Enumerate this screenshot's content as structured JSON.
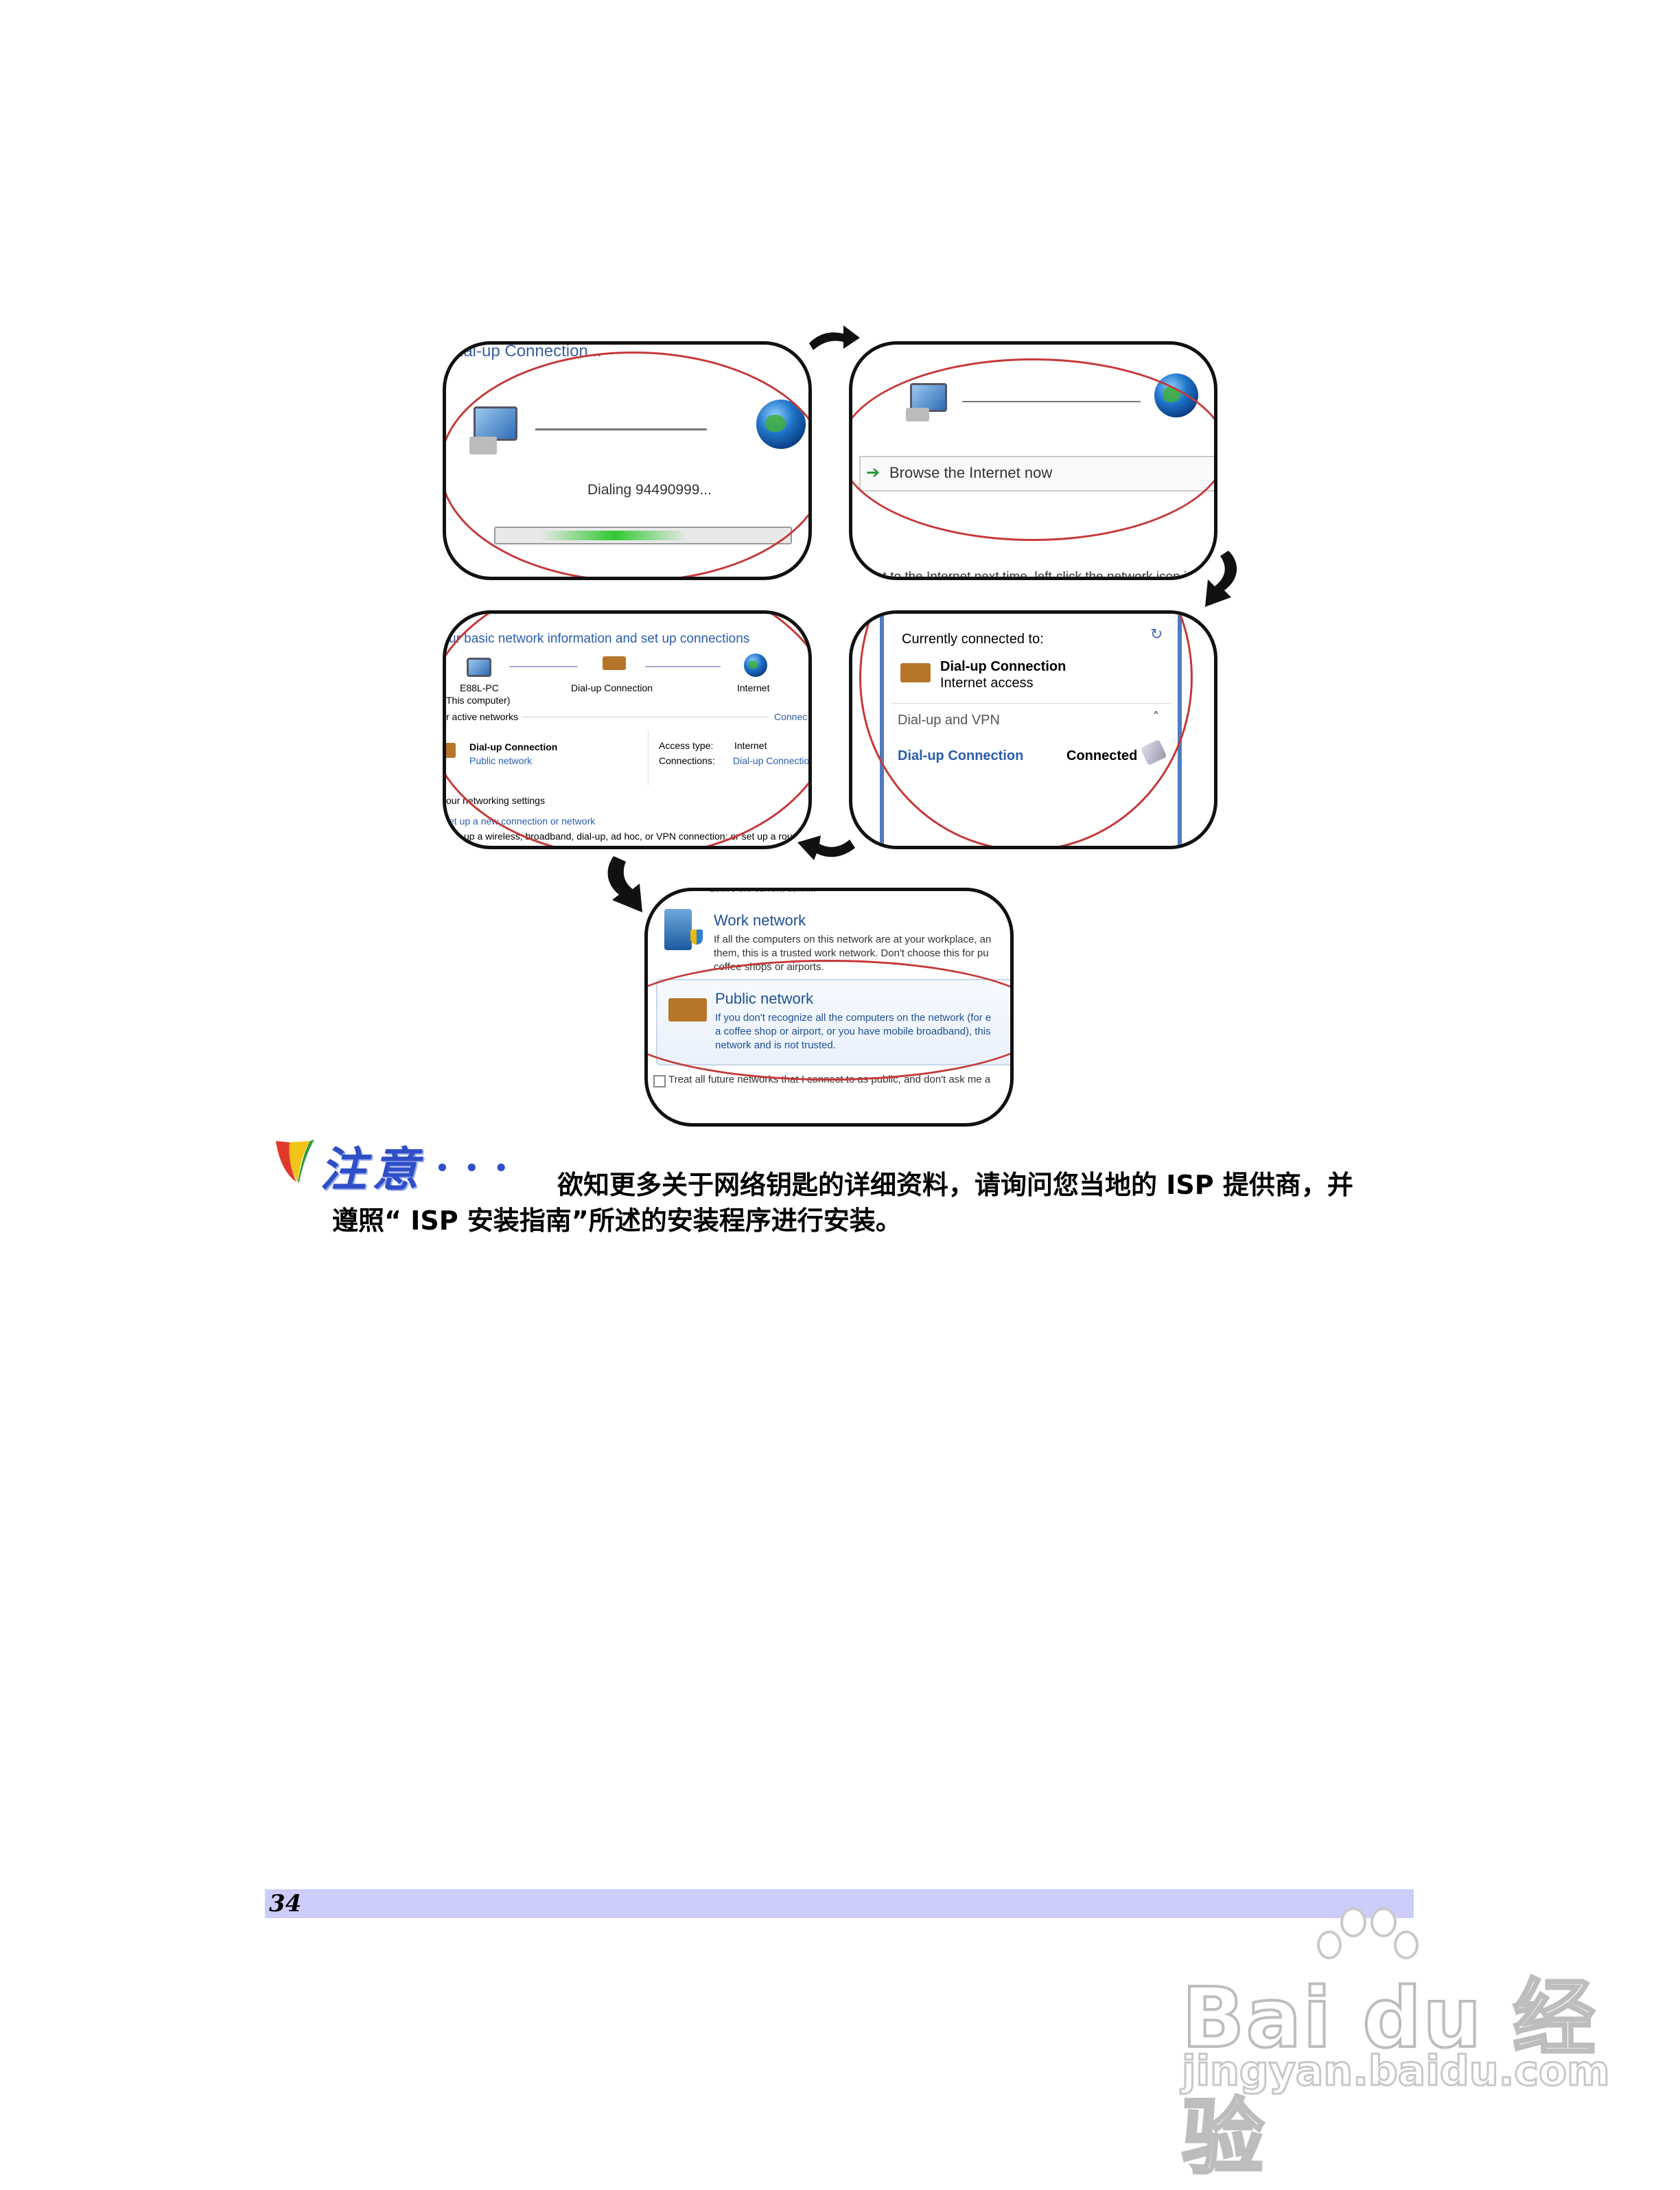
{
  "panel1": {
    "title": "ial-up Connection...",
    "dialing": "Dialing 94490999...",
    "progress": 0.5
  },
  "panel2": {
    "browse": "Browse the Internet now",
    "hint": "nect to the Internet next time, left-click the network icon i"
  },
  "panel3": {
    "header": "ur basic network information and set up connections",
    "node_pc": "E88L-PC",
    "node_pc_sub": "This computer)",
    "node_conn": "Dial-up Connection",
    "node_internet": "Internet",
    "active": "r active networks",
    "connect_link": "Connec",
    "conn_name": "Dial-up Connection",
    "conn_type": "Public network",
    "access_label": "Access type:",
    "access_value": "Internet",
    "connections_label": "Connections:",
    "connections_value": "Dial-up Connectio",
    "settings": "our networking settings",
    "setup_link": "et up a new connection or network",
    "setup_desc": "up a wireless, broadband, dial-up, ad hoc, or VPN connection; or set up a rou"
  },
  "panel4": {
    "currently": "Currently connected to:",
    "conn_name": "Dial-up Connection",
    "conn_access": "Internet access",
    "section": "Dial-up and VPN",
    "item_name": "Dial-up Connection",
    "item_status": "Connected"
  },
  "panel5": {
    "top_cut": "Leave the current conn...",
    "work_title": "Work network",
    "work_desc1": "If all the computers on this network are at your workplace, an",
    "work_desc2": "them, this is a trusted work network.  Don't choose this for pu",
    "work_desc3": "coffee shops or airports.",
    "public_title": "Public network",
    "public_desc1": "If you don't recognize all the computers on the network (for e",
    "public_desc2": "a coffee shop or airport, or you have mobile broadband), this",
    "public_desc3": "network and is not trusted.",
    "checkbox": "Treat all future networks that I connect to as public, and don't ask me a"
  },
  "note": {
    "heading": "注意",
    "dots": "...",
    "line1": "欲知更多关于网络钥匙的详细资料，请询问您当地的 ISP 提供商，并",
    "line2": "遵照“ ISP 安装指南”所述的安装程序进行安装。"
  },
  "footer": {
    "page": "34"
  },
  "watermark": {
    "big": "Bai du 经验",
    "small": "jingyan.baidu.com"
  },
  "colors": {
    "accent": "#c63838",
    "footer": "#cccdfb",
    "link": "#2a5db0"
  }
}
